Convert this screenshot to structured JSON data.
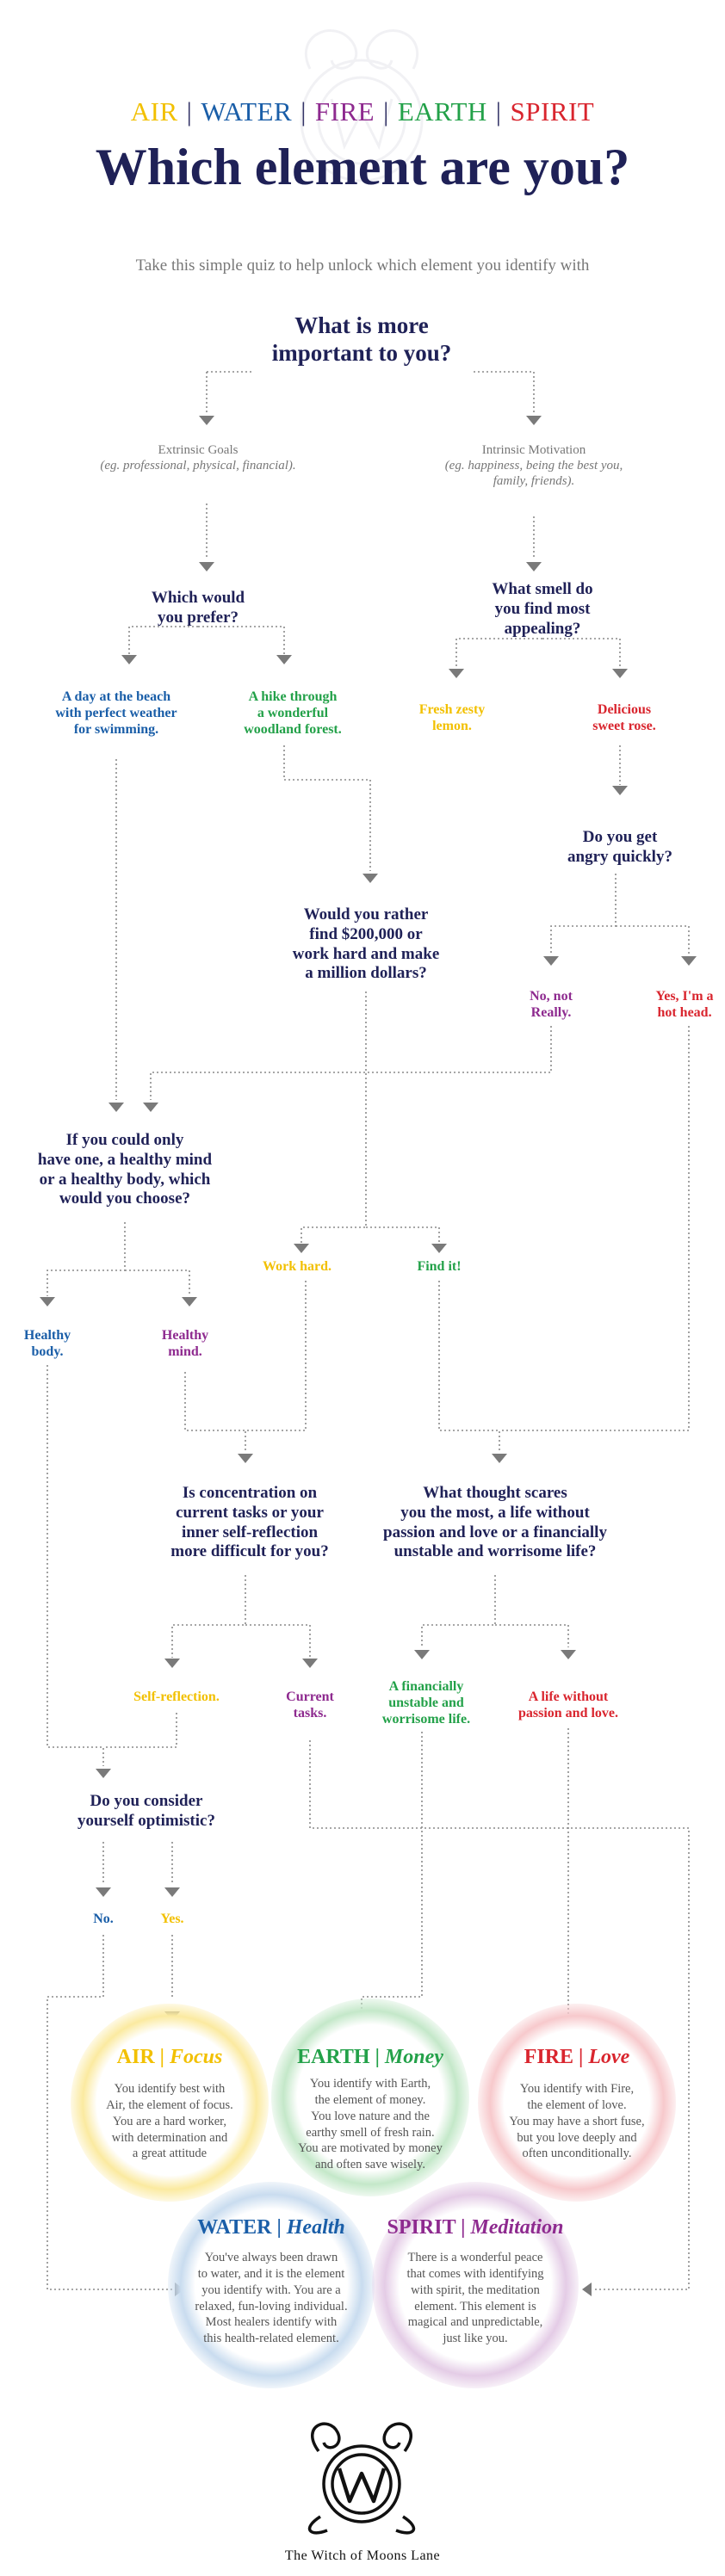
{
  "header": {
    "elements": [
      {
        "label": "AIR",
        "color": "#f2c000"
      },
      {
        "label": "WATER",
        "color": "#1a5ea8"
      },
      {
        "label": "FIRE",
        "color": "#8e2a8f"
      },
      {
        "label": "EARTH",
        "color": "#23a149"
      },
      {
        "label": "SPIRIT",
        "color": "#d9252e"
      }
    ],
    "separator": "|",
    "title": "Which element are you?",
    "intro": "Take this simple quiz to help unlock which element you identify with"
  },
  "flow": {
    "q1": {
      "line1": "What is more",
      "line2": "important to you?"
    },
    "extrinsic": {
      "label": "Extrinsic Goals",
      "example_line1": "(eg. professional, physical, financial)."
    },
    "intrinsic": {
      "label": "Intrinsic Motivation",
      "example_line1": "(eg. happiness, being the best you,",
      "example_line2": "family, friends)."
    },
    "q_prefer": {
      "line1": "Which would",
      "line2": "you prefer?"
    },
    "beach": {
      "line1": "A day at the beach",
      "line2": "with perfect weather",
      "line3": "for swimming."
    },
    "hike": {
      "line1": "A hike through",
      "line2": "a wonderful",
      "line3": "woodland forest."
    },
    "q_smell": {
      "line1": "What smell do",
      "line2": "you find most",
      "line3": "appealing?"
    },
    "lemon": {
      "line1": "Fresh zesty",
      "line2": "lemon."
    },
    "rose": {
      "line1": "Delicious",
      "line2": "sweet rose."
    },
    "q_angry": {
      "line1": "Do you get",
      "line2": "angry quickly?"
    },
    "not_really": {
      "line1": "No, not",
      "line2": "Really."
    },
    "hot_head": {
      "line1": "Yes, I'm a",
      "line2": "hot head."
    },
    "q_money": {
      "line1": "Would you rather",
      "line2": "find $200,000 or",
      "line3": "work hard and make",
      "line4": "a million dollars?"
    },
    "q_mind_body": {
      "line1": "If you could only",
      "line2": "have one, a healthy mind",
      "line3": "or a healthy body, which",
      "line4": "would you choose?"
    },
    "work_hard": "Work hard.",
    "find_it": "Find it!",
    "healthy_body": {
      "line1": "Healthy",
      "line2": "body."
    },
    "healthy_mind": {
      "line1": "Healthy",
      "line2": "mind."
    },
    "q_concentration": {
      "line1": "Is concentration on",
      "line2": "current tasks or your",
      "line3": "inner self-reflection",
      "line4": "more difficult for you?"
    },
    "q_scares": {
      "line1": "What thought scares",
      "line2": "you the most, a life without",
      "line3": "passion and love or a financially",
      "line4": "unstable and worrisome life?"
    },
    "self_reflection": "Self-reflection.",
    "current_tasks": {
      "line1": "Current",
      "line2": "tasks."
    },
    "financially": {
      "line1": "A financially",
      "line2": "unstable and",
      "line3": "worrisome life."
    },
    "without_passion": {
      "line1": "A life without",
      "line2": "passion and love."
    },
    "q_optimistic": {
      "line1": "Do you consider",
      "line2": "yourself optimistic?"
    },
    "no": "No.",
    "yes": "Yes."
  },
  "results": {
    "air": {
      "name": "AIR",
      "trait": "Focus",
      "color": "#f2c000",
      "wreath": "#fbeaa0",
      "lines": [
        "You identify best with",
        "Air, the element of focus.",
        "You are a hard worker,",
        "with determination and",
        "a great attitude"
      ]
    },
    "earth": {
      "name": "EARTH",
      "trait": "Money",
      "color": "#23a149",
      "wreath": "#c4e8c9",
      "lines": [
        "You identify with Earth,",
        "the element of money.",
        "You love nature and the",
        "earthy smell of fresh rain.",
        "You are motivated by money",
        "and often save wisely."
      ]
    },
    "fire": {
      "name": "FIRE",
      "trait": "Love",
      "color": "#d9252e",
      "wreath": "#f7c9cc",
      "lines": [
        "You identify with Fire,",
        "the element of love.",
        "You may have a short fuse,",
        "but you love deeply and",
        "often unconditionally."
      ]
    },
    "water": {
      "name": "WATER",
      "trait": "Health",
      "color": "#1a5ea8",
      "wreath": "#c9dcef",
      "lines": [
        "You've always been drawn",
        "to water, and it is the element",
        "you identify with. You are a",
        "relaxed, fun-loving individual.",
        "Most healers identify with",
        "this health-related element."
      ]
    },
    "spirit": {
      "name": "SPIRIT",
      "trait": "Meditation",
      "color": "#8e2a8f",
      "wreath": "#e4cce6",
      "lines": [
        "There is a wonderful peace",
        "that comes with identifying",
        "with spirit, the meditation",
        "element. This element is",
        "magical and unpredictable,",
        "just like you."
      ]
    }
  },
  "footer": {
    "brand": "The Witch of Moons Lane"
  }
}
